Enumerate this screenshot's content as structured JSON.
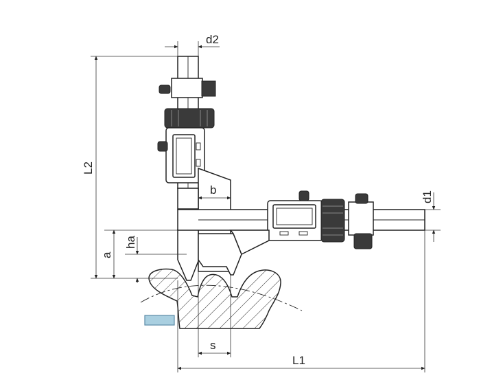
{
  "diagram": {
    "labels": {
      "d2": "d2",
      "d1": "d1",
      "L2": "L2",
      "L1": "L1",
      "b": "b",
      "a": "a",
      "ha": "ha",
      "s": "s"
    },
    "colors": {
      "line": "#222222",
      "marker_fill": "#a9cfe0",
      "marker_stroke": "#5a8aa6"
    }
  }
}
